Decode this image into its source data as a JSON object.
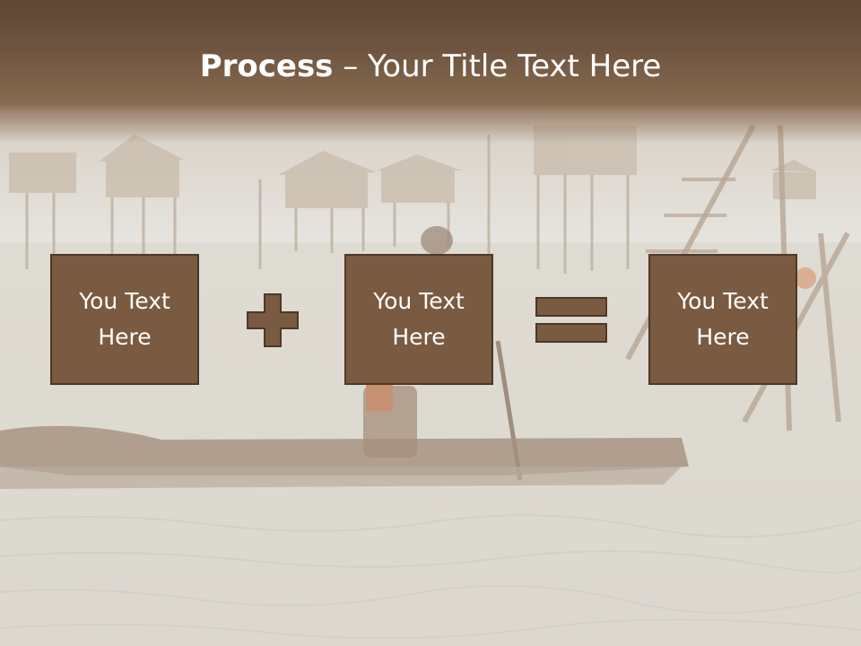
{
  "slide": {
    "title_bold": "Process",
    "title_rest": " – Your Title Text Here",
    "boxes": [
      {
        "line1": "You Text",
        "line2": "Here"
      },
      {
        "line1": "You Text",
        "line2": "Here"
      },
      {
        "line1": "You Text",
        "line2": "Here"
      }
    ],
    "operators": [
      "plus-icon",
      "equals-icon"
    ]
  },
  "colors": {
    "title_band": "#6f5540",
    "box_fill": "#7a5a40",
    "box_border": "#4e3826",
    "text": "#ffffff",
    "background": "#e2dfd8"
  }
}
